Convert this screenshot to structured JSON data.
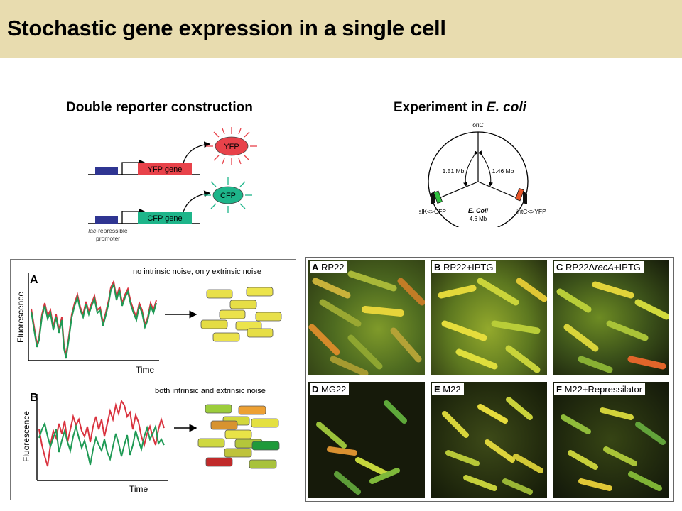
{
  "slide": {
    "title": "Stochastic gene expression in a single cell",
    "left_heading": "Double reporter construction",
    "right_heading_prefix": "Experiment in ",
    "right_heading_italic": "E. coli"
  },
  "reporter": {
    "yfp_gene": "YFP gene",
    "cfp_gene": "CFP gene",
    "yfp_protein": "YFP",
    "cfp_protein": "CFP",
    "promoter_italic": "lac",
    "promoter_rest": "-repressible",
    "promoter_line2": "promoter"
  },
  "chromosome": {
    "origin": "oriC",
    "left_distance": "1.51 Mb",
    "right_distance": "1.46 Mb",
    "center_name": "E. Coli",
    "center_size": "4.6 Mb",
    "left_locus": "galK<>CFP",
    "right_locus": "intC<>YFP"
  },
  "traces": {
    "panel_a_letter": "A",
    "panel_a_note": "no intrinsic noise, only extrinsic noise",
    "panel_b_letter": "B",
    "panel_b_note": "both intrinsic and extrinsic noise",
    "y_label": "Fluorescence",
    "x_label": "Time"
  },
  "micrographs": [
    {
      "letter": "A",
      "label": "RP22"
    },
    {
      "letter": "B",
      "label": "RP22+IPTG"
    },
    {
      "letter": "C",
      "label_pre": "RP22Δ",
      "label_italic": "recA",
      "label_post": "+IPTG"
    },
    {
      "letter": "D",
      "label": "MG22"
    },
    {
      "letter": "E",
      "label": "M22"
    },
    {
      "letter": "F",
      "label": "M22+Repressilator"
    }
  ],
  "colors": {
    "title_bar": "#e8dcaf",
    "yfp": "#e8424a",
    "cfp": "#1eb58a",
    "promoter_box": "#2f3592",
    "trace_red": "#d9333f",
    "trace_green": "#1f9a55"
  }
}
